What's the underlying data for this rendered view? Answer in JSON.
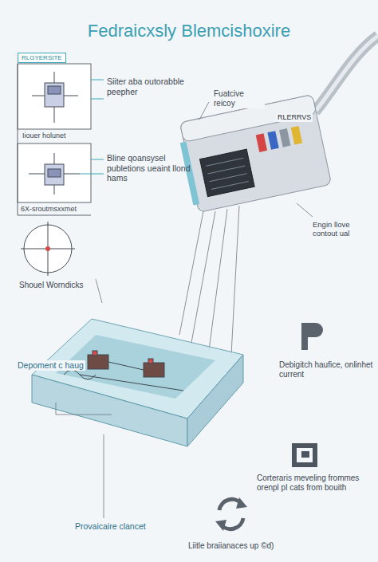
{
  "diagram": {
    "title": "Fedraicxsly Blemcishoxire",
    "nodes": [
      {
        "text": [
          "RLGYERSITE"
        ]
      }
    ],
    "labels": [
      "Siiter aba outorabble peepher",
      "Iiouer holunet",
      "Bline qoansysel publetions ueaint llond hams",
      "6X-sroutmsxxmet",
      "Shouel Worndicks",
      "Fuatcive reicoy",
      "RLERRVS",
      "Engin llove contout ual",
      "Depoment c haug",
      "Provaicaire clancet",
      "Debigitch haufice, onlinhet current",
      "Corteraris meveling frommes orenpl pl cats from bouith",
      "Liitle braiianaces up ©d)"
    ]
  }
}
